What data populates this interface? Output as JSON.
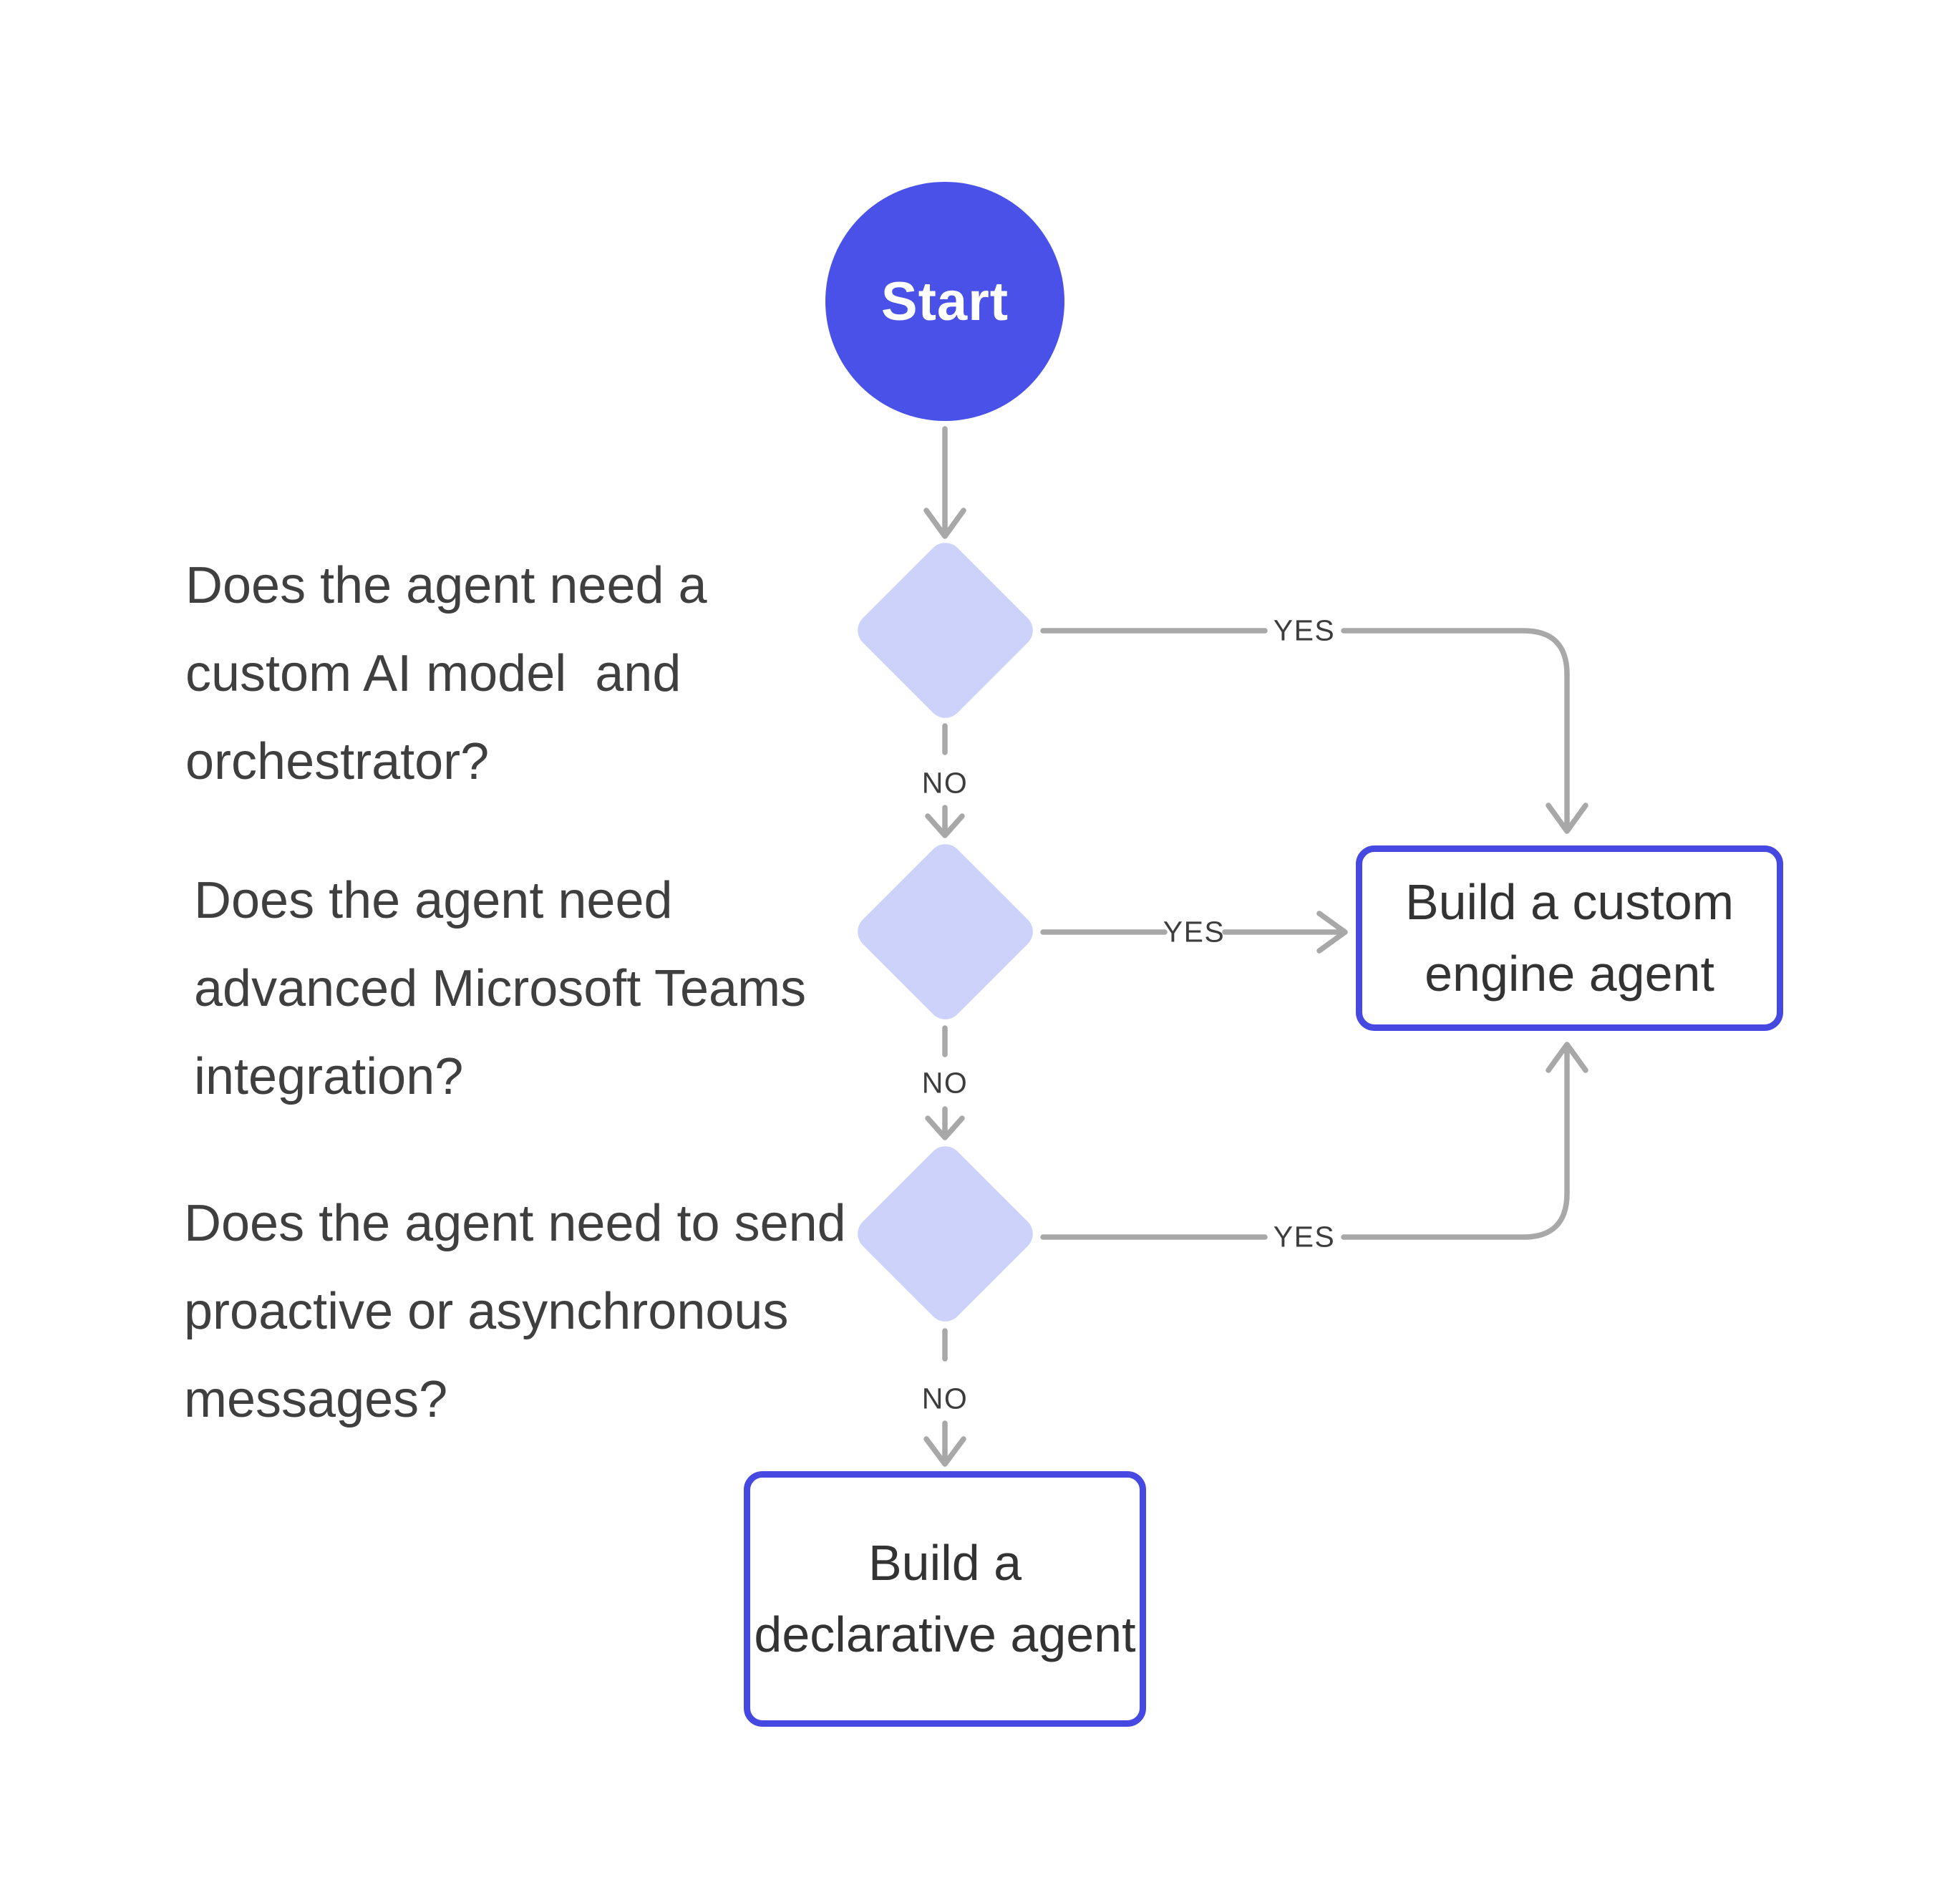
{
  "colors": {
    "start_fill": "#4a51e8",
    "diamond_fill": "#ccd2fa",
    "outcome_border": "#4549e2",
    "connector_gray": "#a8a8a8",
    "question_text": "#3f3f3f",
    "node_text": "#333333",
    "edge_label_text": "#3d3d3d",
    "background": "#ffffff"
  },
  "flow": {
    "start_label": "Start",
    "questions": [
      {
        "lines": [
          "Does the agent need a",
          "custom AI model  and",
          "orchestrator?"
        ],
        "yes_label": "YES",
        "no_label": "NO"
      },
      {
        "lines": [
          "Does the agent need",
          "advanced Microsoft Teams",
          "integration?"
        ],
        "yes_label": "YES",
        "no_label": "NO"
      },
      {
        "lines": [
          "Does the agent need to send",
          "proactive or asynchronous",
          "messages?"
        ],
        "yes_label": "YES",
        "no_label": "NO"
      }
    ],
    "outcomes": {
      "custom_engine": {
        "lines": [
          "Build a custom",
          "engine agent"
        ]
      },
      "declarative": {
        "lines": [
          "Build a",
          "declarative agent"
        ]
      }
    },
    "edges": [
      {
        "from": "start",
        "to": "question-1",
        "label": ""
      },
      {
        "from": "question-1",
        "to": "custom_engine",
        "label": "YES"
      },
      {
        "from": "question-1",
        "to": "question-2",
        "label": "NO"
      },
      {
        "from": "question-2",
        "to": "custom_engine",
        "label": "YES"
      },
      {
        "from": "question-2",
        "to": "question-3",
        "label": "NO"
      },
      {
        "from": "question-3",
        "to": "custom_engine",
        "label": "YES"
      },
      {
        "from": "question-3",
        "to": "declarative",
        "label": "NO"
      }
    ]
  }
}
